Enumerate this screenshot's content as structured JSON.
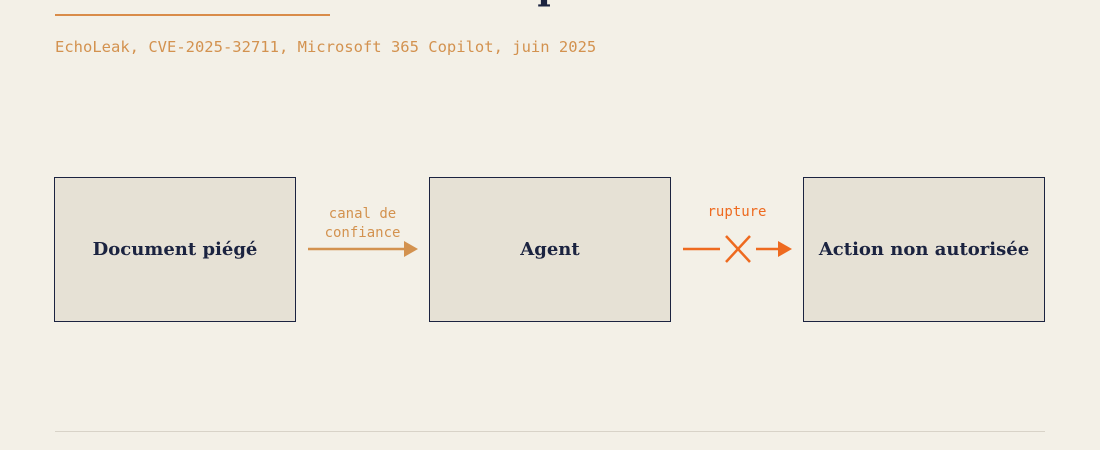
{
  "header": {
    "subtitle": "EchoLeak, CVE-2025-32711, Microsoft 365 Copilot, juin 2025"
  },
  "diagram": {
    "nodes": [
      {
        "id": "document",
        "label": "Document piégé"
      },
      {
        "id": "agent",
        "label": "Agent"
      },
      {
        "id": "action",
        "label": "Action non autorisée"
      }
    ],
    "edges": [
      {
        "from": "document",
        "to": "agent",
        "label": "canal de confiance",
        "style": "trusted"
      },
      {
        "from": "agent",
        "to": "action",
        "label": "rupture",
        "style": "broken"
      }
    ]
  },
  "colors": {
    "ink": "#1b2340",
    "trusted": "#d3924f",
    "broken": "#ee6a1f",
    "box_fill": "#e6e1d5",
    "background": "#f3f0e7"
  }
}
